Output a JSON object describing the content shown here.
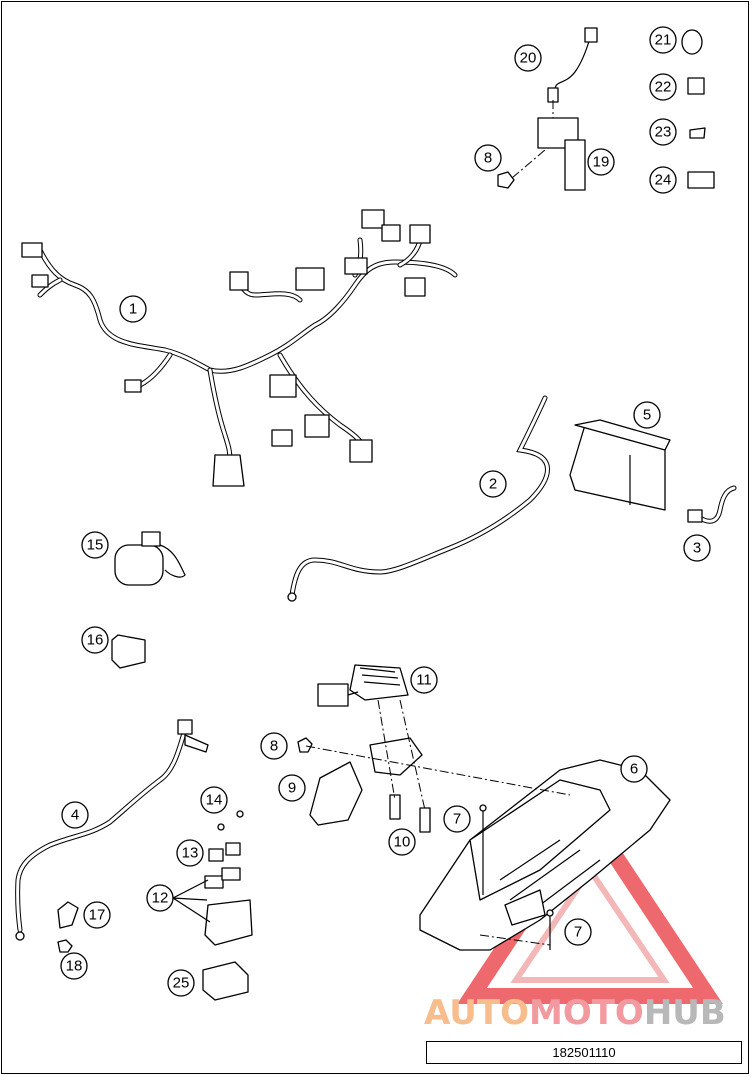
{
  "diagram": {
    "part_number": "182501110",
    "watermark": {
      "part1": "AUTO",
      "part2": "MOTO",
      "part3": "HUB"
    },
    "callouts": [
      {
        "id": "callout-1",
        "label": "1"
      },
      {
        "id": "callout-2",
        "label": "2"
      },
      {
        "id": "callout-3",
        "label": "3"
      },
      {
        "id": "callout-4",
        "label": "4"
      },
      {
        "id": "callout-5",
        "label": "5"
      },
      {
        "id": "callout-6",
        "label": "6"
      },
      {
        "id": "callout-7a",
        "label": "7"
      },
      {
        "id": "callout-7b",
        "label": "7"
      },
      {
        "id": "callout-8a",
        "label": "8"
      },
      {
        "id": "callout-8b",
        "label": "8"
      },
      {
        "id": "callout-9",
        "label": "9"
      },
      {
        "id": "callout-10",
        "label": "10"
      },
      {
        "id": "callout-11",
        "label": "11"
      },
      {
        "id": "callout-12",
        "label": "12"
      },
      {
        "id": "callout-13",
        "label": "13"
      },
      {
        "id": "callout-14",
        "label": "14"
      },
      {
        "id": "callout-15",
        "label": "15"
      },
      {
        "id": "callout-16",
        "label": "16"
      },
      {
        "id": "callout-17",
        "label": "17"
      },
      {
        "id": "callout-18",
        "label": "18"
      },
      {
        "id": "callout-19",
        "label": "19"
      },
      {
        "id": "callout-20",
        "label": "20"
      },
      {
        "id": "callout-21",
        "label": "21"
      },
      {
        "id": "callout-22",
        "label": "22"
      },
      {
        "id": "callout-23",
        "label": "23"
      },
      {
        "id": "callout-24",
        "label": "24"
      },
      {
        "id": "callout-25",
        "label": "25"
      }
    ],
    "colors": {
      "watermark_red": "#e8383d",
      "watermark_orange": "#f39a3c",
      "line": "#000000"
    }
  }
}
